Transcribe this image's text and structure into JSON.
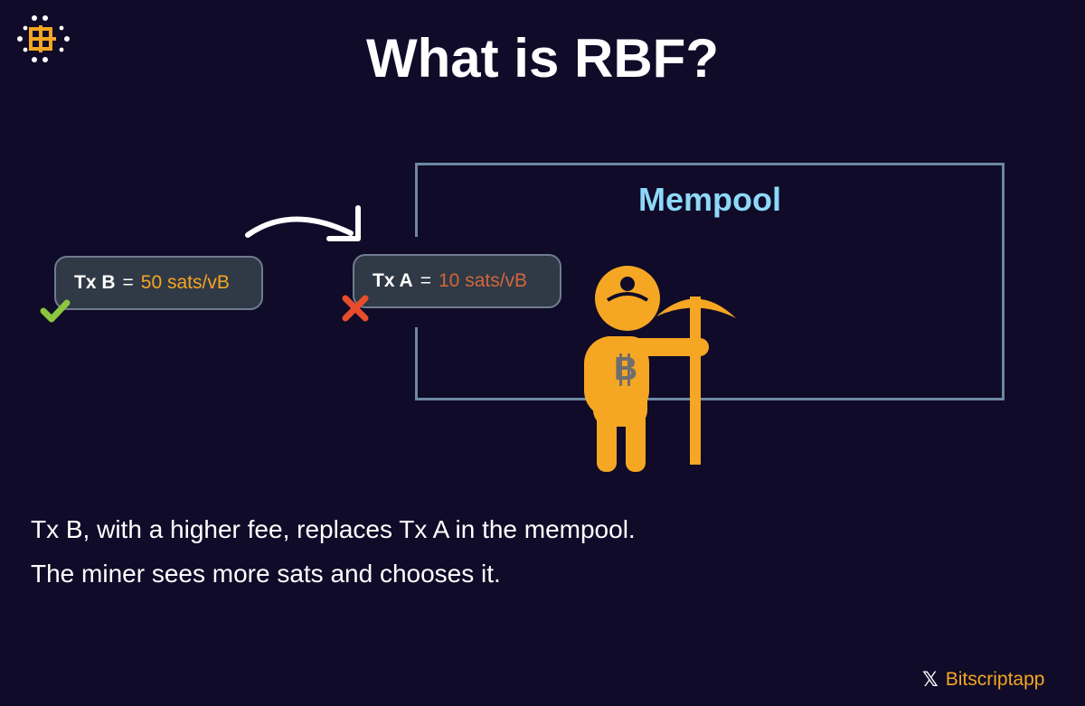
{
  "header": {
    "title": "What is RBF?"
  },
  "mempool": {
    "label": "Mempool"
  },
  "tx_b": {
    "name": "Tx B",
    "equals": "=",
    "fee": "50 sats/vB"
  },
  "tx_a": {
    "name": "Tx A",
    "equals": "=",
    "fee": "10 sats/vB"
  },
  "caption": {
    "line1": "Tx B, with a higher fee, replaces Tx A in the mempool.",
    "line2": "The miner sees more sats and chooses it."
  },
  "footer": {
    "brand": "Bitscriptapp"
  },
  "miner": {
    "coin_symbol": "B"
  },
  "colors": {
    "background": "#0f0b28",
    "accent": "#f5a623",
    "mempool": "#8ed8f8",
    "reject": "#e84c2b",
    "accept": "#8cc63f"
  }
}
